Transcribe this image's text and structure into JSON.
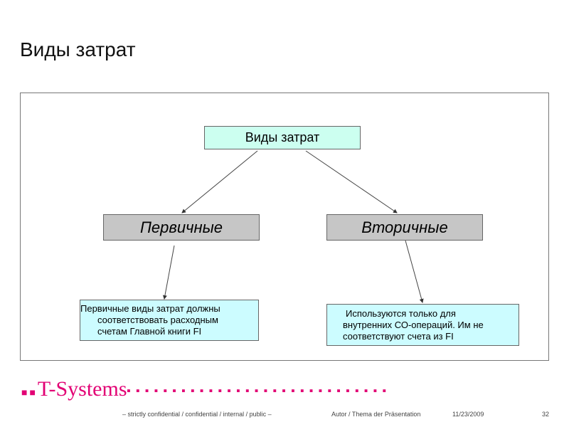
{
  "title": "Виды затрат",
  "diagram": {
    "root": "Виды затрат",
    "primary": "Первичные",
    "secondary": "Вторичные",
    "primary_desc": [
      "Первичные виды затрат должны",
      "соответствовать расходным",
      "счетам Главной книги FI"
    ],
    "secondary_desc": [
      "Используются только для",
      "внутренних СО-операций. Им не",
      "соответствуют счета из FI"
    ]
  },
  "footer": {
    "logo": "T-Systems",
    "classification": "– strictly confidential / confidential / internal / public –",
    "author": "Autor / Thema der Präsentation",
    "date": "11/23/2009",
    "page": "32"
  },
  "colors": {
    "brand": "#e20074"
  }
}
